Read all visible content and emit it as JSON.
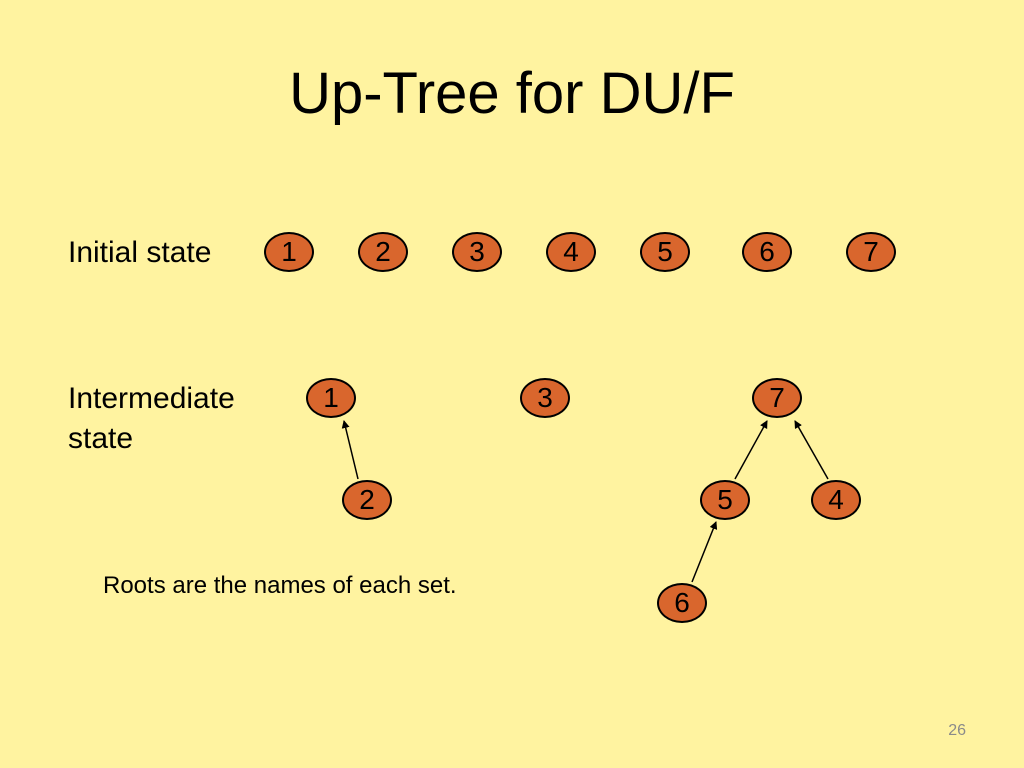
{
  "title": "Up-Tree for DU/F",
  "initial": {
    "label": "Initial state",
    "nodes": [
      "1",
      "2",
      "3",
      "4",
      "5",
      "6",
      "7"
    ]
  },
  "intermediate": {
    "label_line1": "Intermediate",
    "label_line2": "state",
    "nodes": [
      "1",
      "3",
      "7",
      "2",
      "5",
      "4",
      "6"
    ],
    "edges": [
      [
        "2",
        "1"
      ],
      [
        "5",
        "7"
      ],
      [
        "4",
        "7"
      ],
      [
        "6",
        "5"
      ]
    ]
  },
  "note": "Roots are the names of each set.",
  "page_number": "26",
  "colors": {
    "background": "#FFF3A0",
    "node_fill": "#D9662D"
  }
}
